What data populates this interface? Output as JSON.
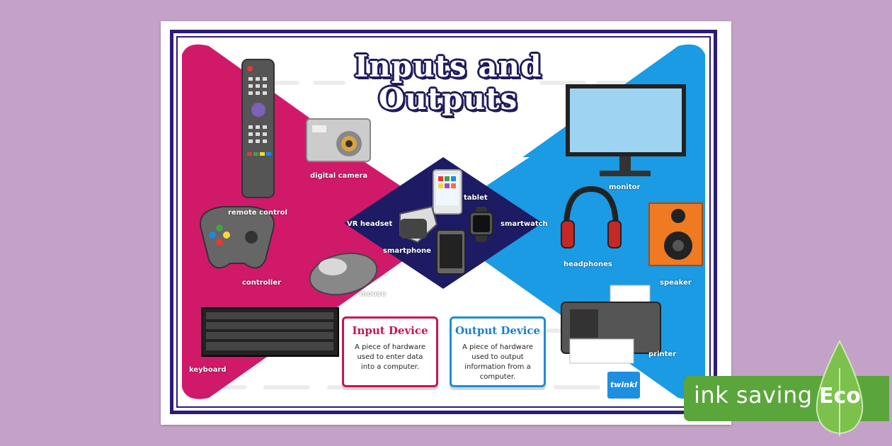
{
  "poster": {
    "title_line1": "Inputs and",
    "title_line2": "Outputs"
  },
  "devices": {
    "remote_control": "remote control",
    "digital_camera": "digital camera",
    "controller": "controller",
    "mouse": "mouse",
    "keyboard": "keyboard",
    "tablet": "tablet",
    "vr_headset": "VR headset",
    "smartwatch": "smartwatch",
    "smartphone": "smartphone",
    "monitor": "monitor",
    "headphones": "headphones",
    "speaker": "speaker",
    "printer": "printer"
  },
  "input_card": {
    "title": "Input Device",
    "text": "A piece of hardware used to enter data into a computer."
  },
  "output_card": {
    "title": "Output Device",
    "text": "A piece of hardware used to output information from a computer."
  },
  "brand": "twinkl",
  "eco_badge": {
    "label": "ink saving",
    "word": "Eco"
  },
  "colors": {
    "input_pink": "#d1196a",
    "output_blue": "#1a9be3",
    "center_navy": "#1d1b63",
    "frame_navy": "#2b1b7a",
    "eco_green": "#5aa63b"
  }
}
